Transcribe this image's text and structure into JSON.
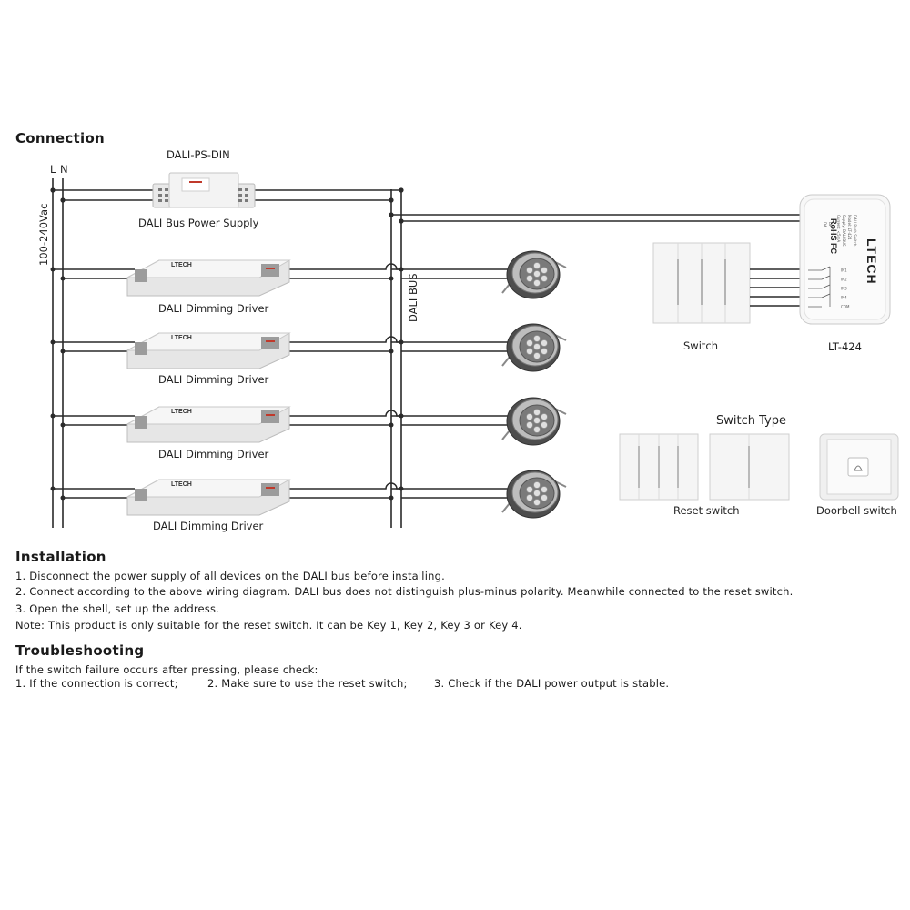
{
  "connection": {
    "heading": "Connection",
    "line_label_L": "L",
    "line_label_N": "N",
    "voltage_label": "100-240Vac",
    "bus_label": "DALI BUS",
    "power_supply": {
      "model": "DALI-PS-DIN",
      "label": "DALI Bus Power Supply"
    },
    "drivers": [
      {
        "label": "DALI Dimming Driver",
        "brand": "LTECH"
      },
      {
        "label": "DALI Dimming Driver",
        "brand": "LTECH"
      },
      {
        "label": "DALI Dimming Driver",
        "brand": "LTECH"
      },
      {
        "label": "DALI Dimming Driver",
        "brand": "LTECH"
      }
    ],
    "switch_label": "Switch",
    "device": {
      "model": "LT-424",
      "brand": "LTECH",
      "cert": "RoHS FC",
      "spec_lines": [
        "DALI Push Switch",
        "Model: LT-424",
        "Supply: DALI BUS",
        "Current: <5mA"
      ],
      "terminals": [
        "IN1",
        "IN2",
        "IN3",
        "IN4",
        "COM"
      ],
      "da_labels": [
        "DA",
        "DA"
      ]
    },
    "switch_type": {
      "title": "Switch Type",
      "reset_label": "Reset switch",
      "doorbell_label": "Doorbell switch"
    }
  },
  "installation": {
    "heading": "Installation",
    "lines": [
      "1. Disconnect the power supply of all devices on the DALI bus before installing.",
      "2. Connect according to the above wiring diagram. DALI bus does not distinguish plus-minus polarity. Meanwhile connected to the reset switch.",
      "3. Open the shell, set up the address.",
      "Note: This product is only suitable for the reset switch. It can be Key 1, Key 2, Key 3 or Key 4."
    ]
  },
  "troubleshooting": {
    "heading": "Troubleshooting",
    "intro": "If the switch failure occurs after pressing, please check:",
    "checks": [
      "1. If the connection is correct;",
      "2. Make sure to use the reset switch;",
      "3. Check if the DALI power output is stable."
    ]
  }
}
